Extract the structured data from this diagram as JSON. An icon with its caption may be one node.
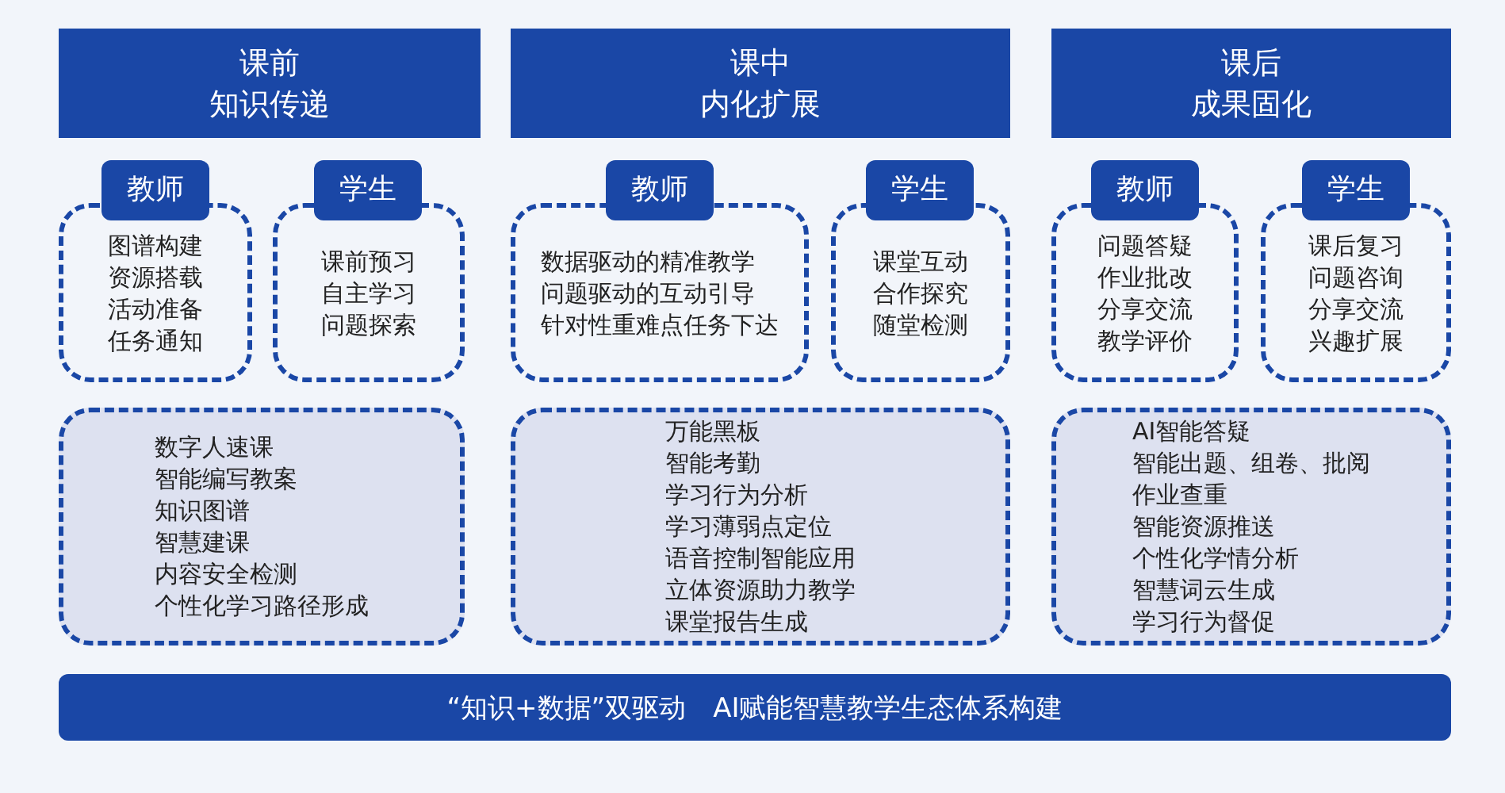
{
  "diagram": {
    "nodes": [
      {
        "text": [
          "课前",
          "知识传递"
        ]
      },
      {
        "text": [
          "课中",
          "内化扩展"
        ]
      },
      {
        "text": [
          "课后",
          "成果固化"
        ]
      },
      {
        "text": [
          "教师"
        ]
      },
      {
        "text": [
          "图谱构建",
          "资源搭载",
          "活动准备",
          "任务通知"
        ]
      },
      {
        "text": [
          "学生"
        ]
      },
      {
        "text": [
          "课前预习",
          "自主学习",
          "问题探索"
        ]
      },
      {
        "text": [
          "教师"
        ]
      },
      {
        "text": [
          "数据驱动的精准教学",
          "问题驱动的互动引导",
          "针对性重难点任务下达"
        ]
      },
      {
        "text": [
          "学生"
        ]
      },
      {
        "text": [
          "课堂互动",
          "合作探究",
          "随堂检测"
        ]
      },
      {
        "text": [
          "教师"
        ]
      },
      {
        "text": [
          "问题答疑",
          "作业批改",
          "分享交流",
          "教学评价"
        ]
      },
      {
        "text": [
          "学生"
        ]
      },
      {
        "text": [
          "课后复习",
          "问题咨询",
          "分享交流",
          "兴趣扩展"
        ]
      },
      {
        "text": [
          "数字人速课",
          "智能编写教案",
          "知识图谱",
          "智慧建课",
          "内容安全检测",
          "个性化学习路径形成"
        ]
      },
      {
        "text": [
          "万能黑板",
          "智能考勤",
          "学习行为分析",
          "学习薄弱点定位",
          "语音控制智能应用",
          "立体资源助力教学",
          "课堂报告生成"
        ]
      },
      {
        "text": [
          "AI智能答疑",
          "智能出题、组卷、批阅",
          "作业查重",
          "智能资源推送",
          "个性化学情分析",
          "智慧词云生成",
          "学习行为督促"
        ]
      },
      {
        "text": [
          "“知识+数据”双驱动　AI赋能智慧教学生态体系构建"
        ]
      }
    ],
    "edges": []
  }
}
